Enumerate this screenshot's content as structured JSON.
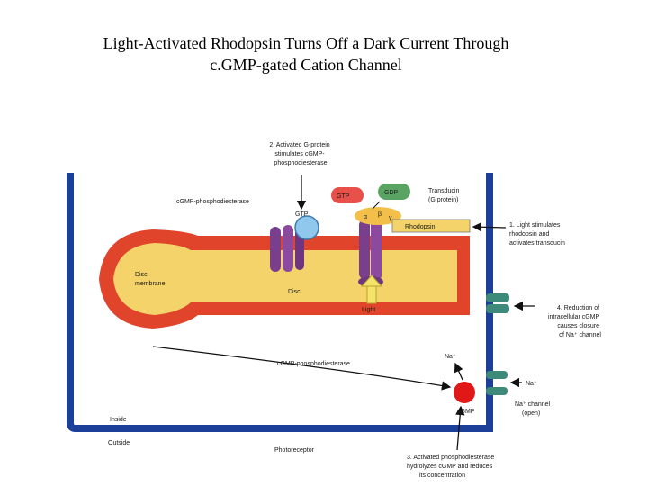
{
  "title": {
    "line1": "Light-Activated Rhodopsin Turns Off a Dark Current Through",
    "line2": "c.GMP-gated Cation Channel"
  },
  "diagram": {
    "step2": [
      "2. Activated G-protein",
      "stimulates cGMP-",
      "phosphodiesterase"
    ],
    "cgmp_pde_top": "cGMP-phosphodiesterase",
    "gtp_small": "GTP",
    "gtp_box": "GTP",
    "gdp_box": "GDP",
    "transducin": [
      "Transducin",
      "(G protein)"
    ],
    "alpha": "α",
    "beta": "β",
    "gamma": "γ",
    "rhodopsin": "Rhodopsin",
    "step1": [
      "1. Light stimulates",
      "rhodopsin and",
      "activates transducin"
    ],
    "disc_membrane": [
      "Disc",
      "membrane"
    ],
    "disc": "Disc",
    "light": "Light",
    "step4": [
      "4. Reduction of",
      "intracellular cGMP",
      "causes closure",
      "of Na⁺ channel"
    ],
    "cgmp_pde_bottom": "cGMP-phosphodiesterase",
    "na_top": "Na⁺",
    "na_right": "Na⁺",
    "na_channel": [
      "Na⁺ channel",
      "(open)"
    ],
    "cgmp": "cGMP",
    "inside": "Inside",
    "outside": "Outside",
    "photoreceptor": "Photoreceptor",
    "step3": [
      "3. Activated phosphodiesterase",
      "hydrolyzes cGMP and reduces",
      "its concentration"
    ]
  },
  "colors": {
    "membrane_blue": "#1c3f99",
    "disc_red": "#e0442a",
    "disc_fill": "#f3d36a",
    "protein_purple": "#7a3f8c",
    "gtp_red": "#e8504a",
    "gdp_green": "#5aa463",
    "channel_teal": "#3e8a7a",
    "cgmp_red": "#e01818",
    "light_yellow": "#f5e46a"
  }
}
